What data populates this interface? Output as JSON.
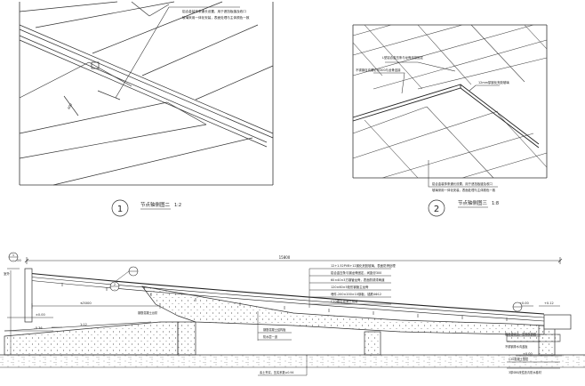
{
  "detail1": {
    "number": "1",
    "title": "节点轴侧图二",
    "scale": "1:2",
    "note_line1": "铝合金装饰条通长设置，用于遮挡板缝及收口",
    "note_line2": "玻璃采用一体化安装，表面处理与主体颜色一致"
  },
  "detail2": {
    "number": "2",
    "title": "节点轴侧图三",
    "scale": "1:8",
    "note_top1": "L型铝合金压条与龙骨连接固定",
    "note_top2": "不锈钢自攻螺钉@300与龙骨连接",
    "note_top3": "12mm厚钢化夹胶玻璃",
    "note_bottom1": "铝合金装饰条通长设置，用于遮挡板缝及收口",
    "note_bottom2": "玻璃采用一体化安装，表面处理与主体颜色一致"
  },
  "section": {
    "marker1_num": "1",
    "marker1_sub": "–",
    "marker2_num": "2",
    "marker2_sub": "–",
    "dim_total": "15800",
    "left_elev_top": "±0.00",
    "left_elev_mid": "–0.36",
    "left_elev_side": "室外",
    "left_elev_bot": "±0.00",
    "span_dim": "≤3000",
    "slope_label": "1:12",
    "right_elev1": "±0.00",
    "right_elev2": "+0.12",
    "right_elev_box": "±0.00",
    "callouts": [
      "12+1.52PVB+12钢化夹胶玻璃，表面防滑处理",
      "铝合金压条与钢龙骨固定，间距@300",
      "60×40×3方钢管龙骨，表面防锈漆两道",
      "120×60×5矩形钢管主龙骨",
      "埋件-200×200×10钢板，锚筋4Φ12",
      "C20细石混凝土找坡"
    ],
    "low_callouts": [
      "钢筋混凝土结构板",
      "防水层一道"
    ],
    "right_callout1": "铝合金收边，密封胶嵌缝",
    "right_callout2": "不锈钢排水沟盖板",
    "right_callout3": "C20混凝土垫层",
    "right_callout4": "3厚SBS改性沥青防水卷材",
    "bottom_callout": "素土夯实，压实系数≥0.94",
    "stair_note": "钢筋混凝土台阶"
  }
}
